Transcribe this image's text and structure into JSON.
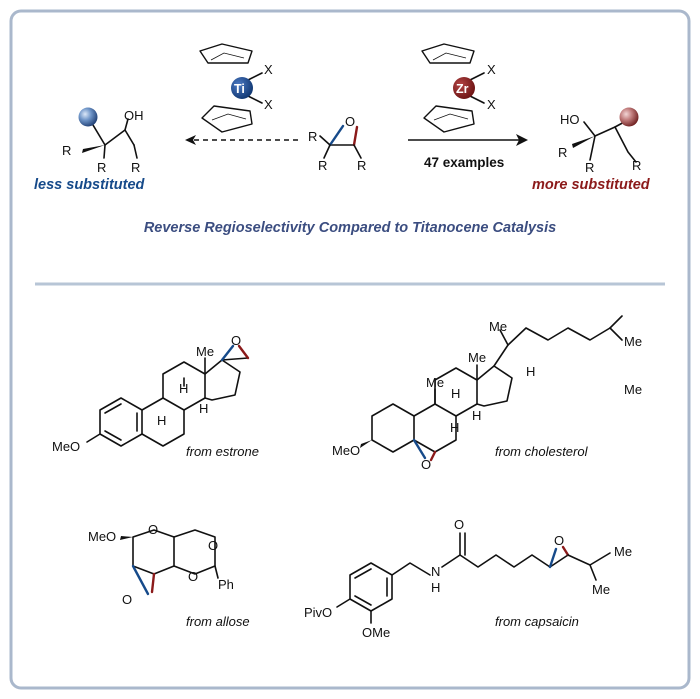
{
  "heading": "Reverse Regioselectivity Compared to Titanocene Catalysis",
  "reaction": {
    "count_label": "47 examples",
    "left_outcome": "less substituted",
    "right_outcome": "more substituted",
    "ti_catalyst": {
      "metal": "Ti",
      "ligand_top": "X",
      "ligand_bottom": "X"
    },
    "zr_catalyst": {
      "metal": "Zr",
      "ligand_top": "X",
      "ligand_bottom": "X"
    },
    "epoxide": {
      "oxygen": "O",
      "r1": "R",
      "r2": "R",
      "r3": "R"
    },
    "left_product": {
      "oh": "OH",
      "r1": "R",
      "r2": "R",
      "r3": "R"
    },
    "right_product": {
      "ho": "HO",
      "r1": "R",
      "r2": "R",
      "r3": "R"
    }
  },
  "examples": [
    {
      "caption": "from estrone",
      "labels": {
        "me": "Me",
        "h1": "H",
        "h2": "H",
        "h3": "H",
        "o": "O",
        "ome": "MeO"
      }
    },
    {
      "caption": "from cholesterol",
      "labels": {
        "me1": "Me",
        "me2": "Me",
        "me3": "Me",
        "me4": "Me",
        "me5": "Me",
        "h1": "H",
        "h2": "H",
        "h3": "H",
        "h4": "H",
        "o": "O",
        "ome": "MeO"
      }
    },
    {
      "caption": "from allose",
      "labels": {
        "ome": "MeO",
        "o1": "O",
        "o2": "O",
        "o3": "O",
        "o4": "O",
        "ph": "Ph"
      }
    },
    {
      "caption": "from capsaicin",
      "labels": {
        "o1": "O",
        "nh": "N",
        "h": "H",
        "o2": "O",
        "me1": "Me",
        "me2": "Me",
        "ome": "OMe",
        "piv": "PivO"
      }
    }
  ],
  "colors": {
    "frame": "#aab8cc",
    "blue": "#164a8a",
    "red": "#8b1a1a",
    "divider": "#b7c5d6"
  }
}
